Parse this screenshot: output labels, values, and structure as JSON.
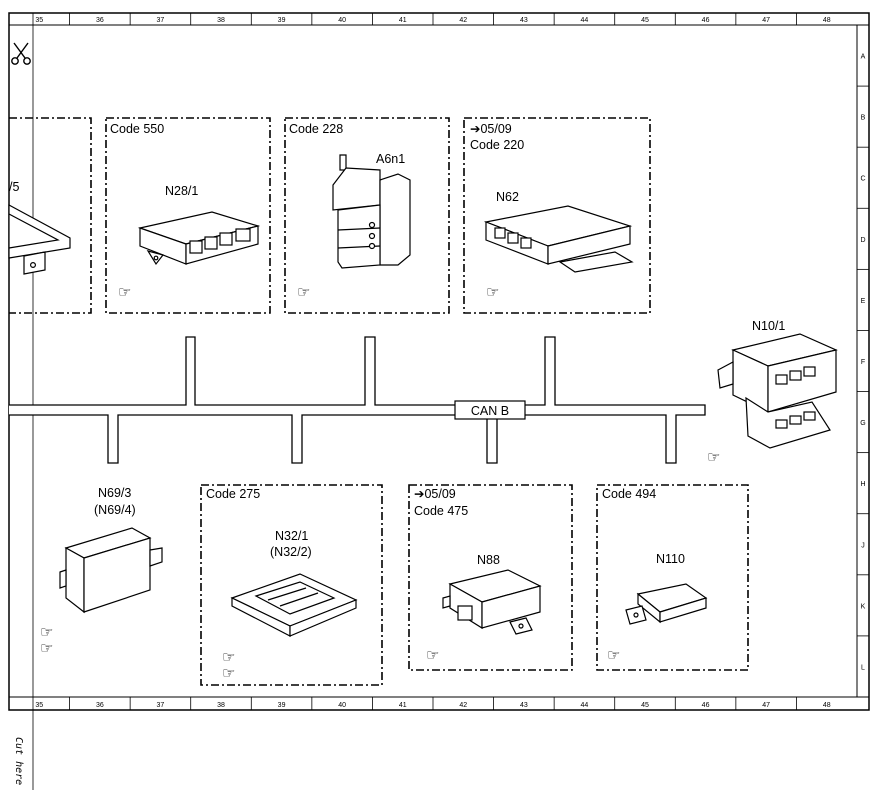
{
  "grid": {
    "columns": [
      "35",
      "36",
      "37",
      "38",
      "39",
      "40",
      "41",
      "42",
      "43",
      "44",
      "45",
      "46",
      "47",
      "48"
    ],
    "rows": [
      "A",
      "B",
      "C",
      "D",
      "E",
      "F",
      "G",
      "H",
      "J",
      "K",
      "L"
    ]
  },
  "bus": {
    "label": "CAN B"
  },
  "cut_label": "Cut here",
  "pointer_glyph": "☞",
  "modules": [
    {
      "id": "partial",
      "code": "",
      "date_marker": "",
      "label": "/5",
      "sublabel": ""
    },
    {
      "id": "n28-1",
      "code": "Code 550",
      "date_marker": "",
      "label": "N28/1",
      "sublabel": ""
    },
    {
      "id": "a6n1",
      "code": "Code 228",
      "date_marker": "",
      "label": "A6n1",
      "sublabel": ""
    },
    {
      "id": "n62",
      "code": "Code 220",
      "date_marker": "➔05/09",
      "label": "N62",
      "sublabel": ""
    },
    {
      "id": "n10-1",
      "code": "",
      "date_marker": "",
      "label": "N10/1",
      "sublabel": ""
    },
    {
      "id": "n69-3",
      "code": "",
      "date_marker": "",
      "label": "N69/3",
      "sublabel": "(N69/4)"
    },
    {
      "id": "n32-1",
      "code": "Code 275",
      "date_marker": "",
      "label": "N32/1",
      "sublabel": "(N32/2)"
    },
    {
      "id": "n88",
      "code": "Code 475",
      "date_marker": "➔05/09",
      "label": "N88",
      "sublabel": ""
    },
    {
      "id": "n110",
      "code": "Code 494",
      "date_marker": "",
      "label": "N110",
      "sublabel": ""
    }
  ],
  "colors": {
    "line": "#000000",
    "background": "#ffffff"
  }
}
